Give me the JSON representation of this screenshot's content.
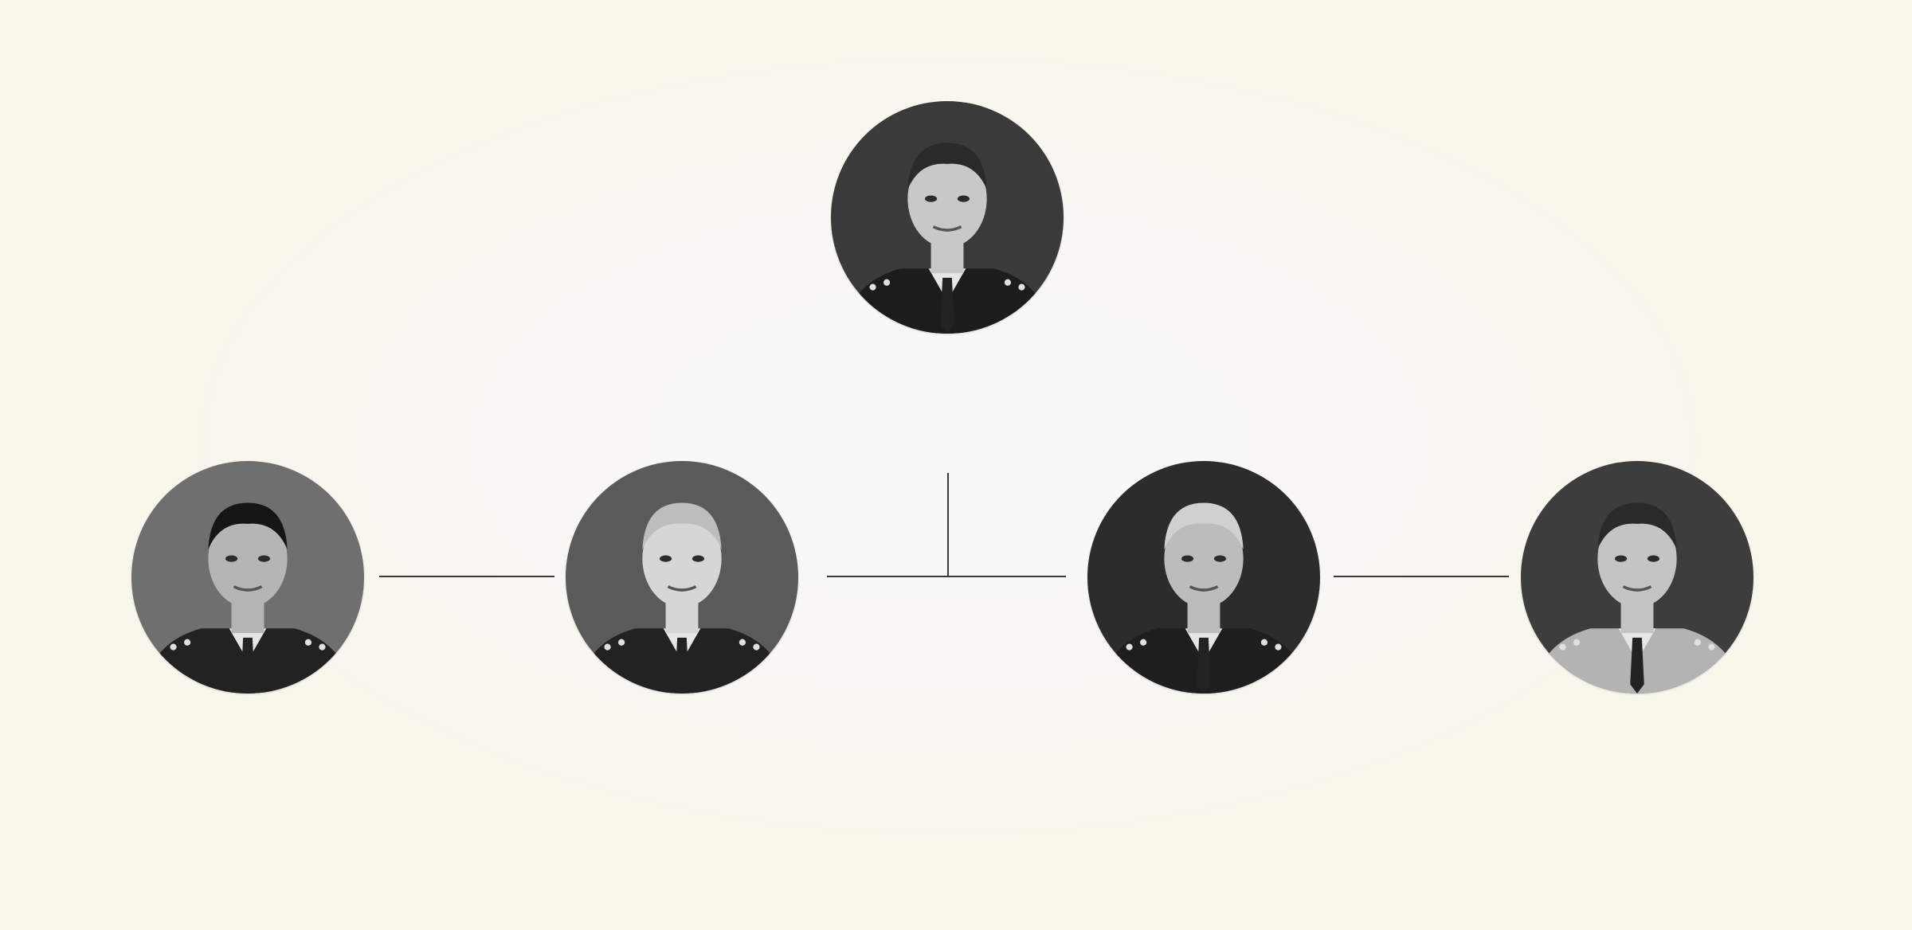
{
  "diagram": {
    "nodes": [
      {
        "id": "top",
        "role": "root",
        "portrait": "officer-portrait-icon",
        "palette": {
          "bg": "#3a3a3a",
          "uniform": "#1c1c1c",
          "skin": "#c8c8c8",
          "hair": "#2a2a2a"
        }
      },
      {
        "id": "left-1",
        "role": "child",
        "portrait": "officer-portrait-icon",
        "palette": {
          "bg": "#6f6f6f",
          "uniform": "#222222",
          "skin": "#b5b5b5",
          "hair": "#151515"
        }
      },
      {
        "id": "left-2",
        "role": "child",
        "portrait": "officer-portrait-icon",
        "palette": {
          "bg": "#5a5a5a",
          "uniform": "#222222",
          "skin": "#d6d6d6",
          "hair": "#bdbdbd"
        }
      },
      {
        "id": "right-1",
        "role": "child",
        "portrait": "officer-portrait-icon",
        "palette": {
          "bg": "#2c2c2c",
          "uniform": "#1e1e1e",
          "skin": "#bcbcbc",
          "hair": "#d0d0d0"
        }
      },
      {
        "id": "right-2",
        "role": "child",
        "portrait": "officer-portrait-icon",
        "palette": {
          "bg": "#3d3d3d",
          "uniform": "#b3b3b3",
          "skin": "#c4c4c4",
          "hair": "#2a2a2a"
        }
      }
    ],
    "line_color": "#3a3a3a",
    "background_color": "#f8f6ee"
  }
}
